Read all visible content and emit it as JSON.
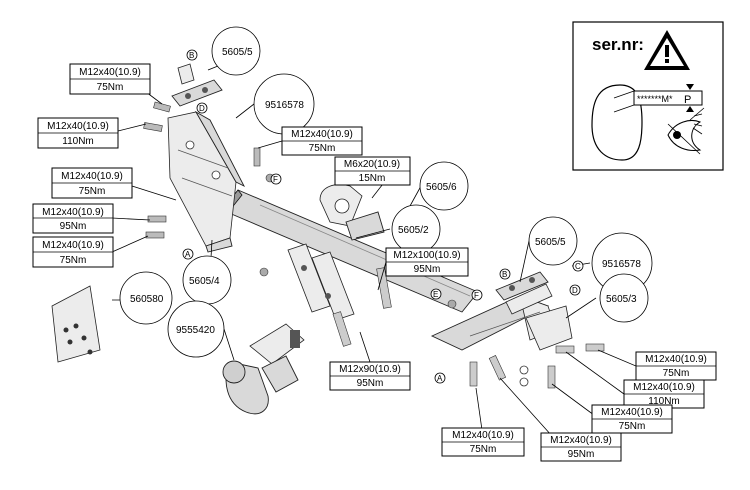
{
  "part_numbers": {
    "p5605_5_top": "5605/5",
    "p9516578_top": "9516578",
    "p5605_6": "5605/6",
    "p5605_2": "5605/2",
    "p5605_4": "5605/4",
    "p560580": "560580",
    "p9555420": "9555420",
    "p5605_5_right": "5605/5",
    "p9516578_right": "9516578",
    "p5605_3": "5605/3"
  },
  "bolt_specs": {
    "b1": {
      "size": "M12x40(10.9)",
      "torque": "75Nm"
    },
    "b2": {
      "size": "M12x40(10.9)",
      "torque": "110Nm"
    },
    "b3": {
      "size": "M12x40(10.9)",
      "torque": "75Nm"
    },
    "b4": {
      "size": "M6x20(10.9)",
      "torque": "15Nm"
    },
    "b5": {
      "size": "M12x40(10.9)",
      "torque": "75Nm"
    },
    "b6": {
      "size": "M12x40(10.9)",
      "torque": "95Nm"
    },
    "b7": {
      "size": "M12x40(10.9)",
      "torque": "75Nm"
    },
    "b8": {
      "size": "M12x100(10.9)",
      "torque": "95Nm"
    },
    "b9": {
      "size": "M12x90(10.9)",
      "torque": "95Nm"
    },
    "b10": {
      "size": "M12x40(10.9)",
      "torque": "75Nm"
    },
    "b11": {
      "size": "M12x40(10.9)",
      "torque": "110Nm"
    },
    "b12": {
      "size": "M12x40(10.9)",
      "torque": "75Nm"
    },
    "b13": {
      "size": "M12x40(10.9)",
      "torque": "75Nm"
    },
    "b14": {
      "size": "M12x40(10.9)",
      "torque": "95Nm"
    }
  },
  "letters": {
    "A": "A",
    "B": "B",
    "C": "C",
    "D": "D",
    "E": "E",
    "F": "F"
  },
  "serial_panel": {
    "title": "ser.nr:",
    "code": "*******M*",
    "p": "P",
    "warning_icon": "warning-triangle-icon",
    "eye_icon": "eye-icon"
  }
}
